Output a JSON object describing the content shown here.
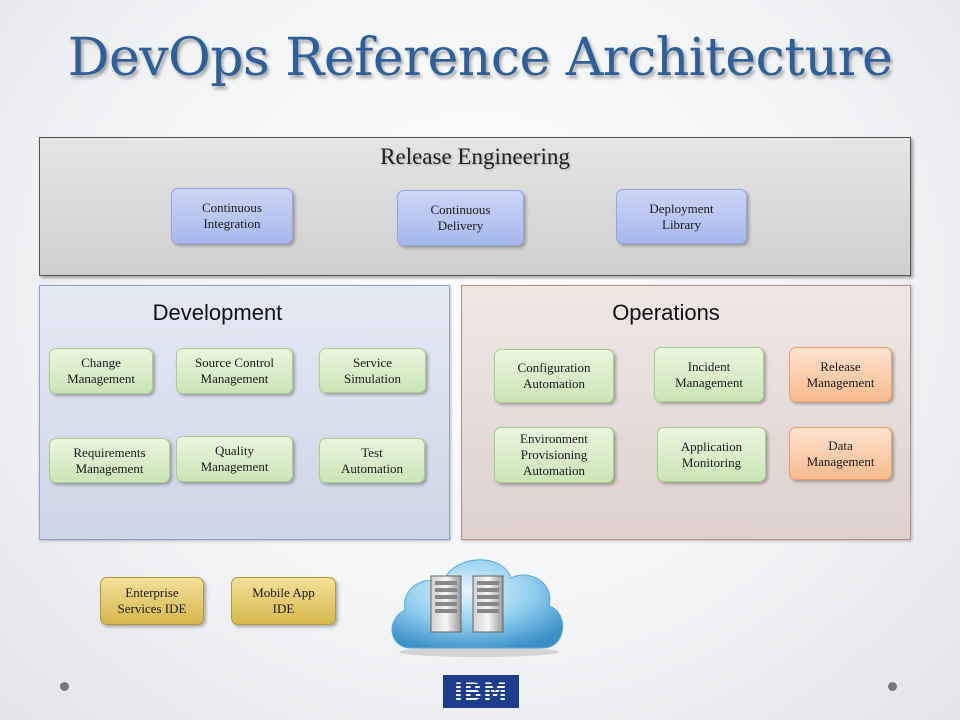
{
  "title": "DevOps Reference Architecture",
  "release_engineering": {
    "title": "Release Engineering",
    "items": [
      "Continuous\nIntegration",
      "Continuous\nDelivery",
      "Deployment\nLibrary"
    ]
  },
  "development": {
    "title": "Development",
    "items": [
      "Change\nManagement",
      "Source Control\nManagement",
      "Service\nSimulation",
      "Requirements\nManagement",
      "Quality\nManagement",
      "Test\nAutomation"
    ]
  },
  "operations": {
    "title": "Operations",
    "items": [
      "Configuration\nAutomation",
      "Incident\nManagement",
      "Release\nManagement",
      "Environment\nProvisioning\nAutomation",
      "Application\nMonitoring",
      "Data\nManagement"
    ]
  },
  "ides": [
    "Enterprise\nServices IDE",
    "Mobile App\nIDE"
  ],
  "logo": "IBM",
  "icons": {
    "cloud": "cloud-servers-icon"
  },
  "colors": {
    "title": "#2e5f99",
    "release_box": "#a6b7ec",
    "dev_box": "#cbe5b6",
    "ops_orange_box": "#f7bb8e",
    "ide_box": "#d7b84c",
    "ibm_blue": "#1e3c8c"
  }
}
